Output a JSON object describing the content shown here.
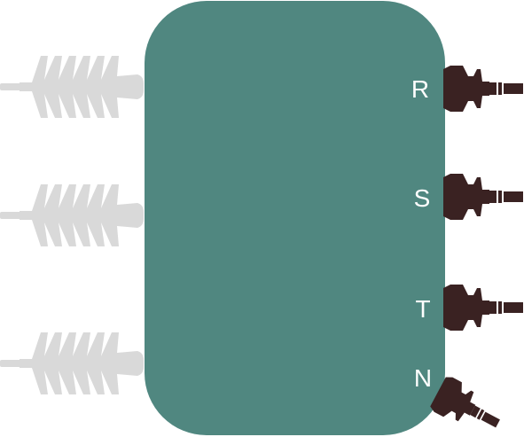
{
  "colors": {
    "background": "#ffffff",
    "tank": "#508780",
    "hv_bushing": "#d9d9d9",
    "lv_bushing": "#3a2222",
    "label_text": "#ffffff"
  },
  "hv_bushings": [
    {
      "name": "hv-bushing-top"
    },
    {
      "name": "hv-bushing-middle"
    },
    {
      "name": "hv-bushing-bottom"
    }
  ],
  "lv_terminals": [
    {
      "label": "R"
    },
    {
      "label": "S"
    },
    {
      "label": "T"
    },
    {
      "label": "N"
    }
  ]
}
